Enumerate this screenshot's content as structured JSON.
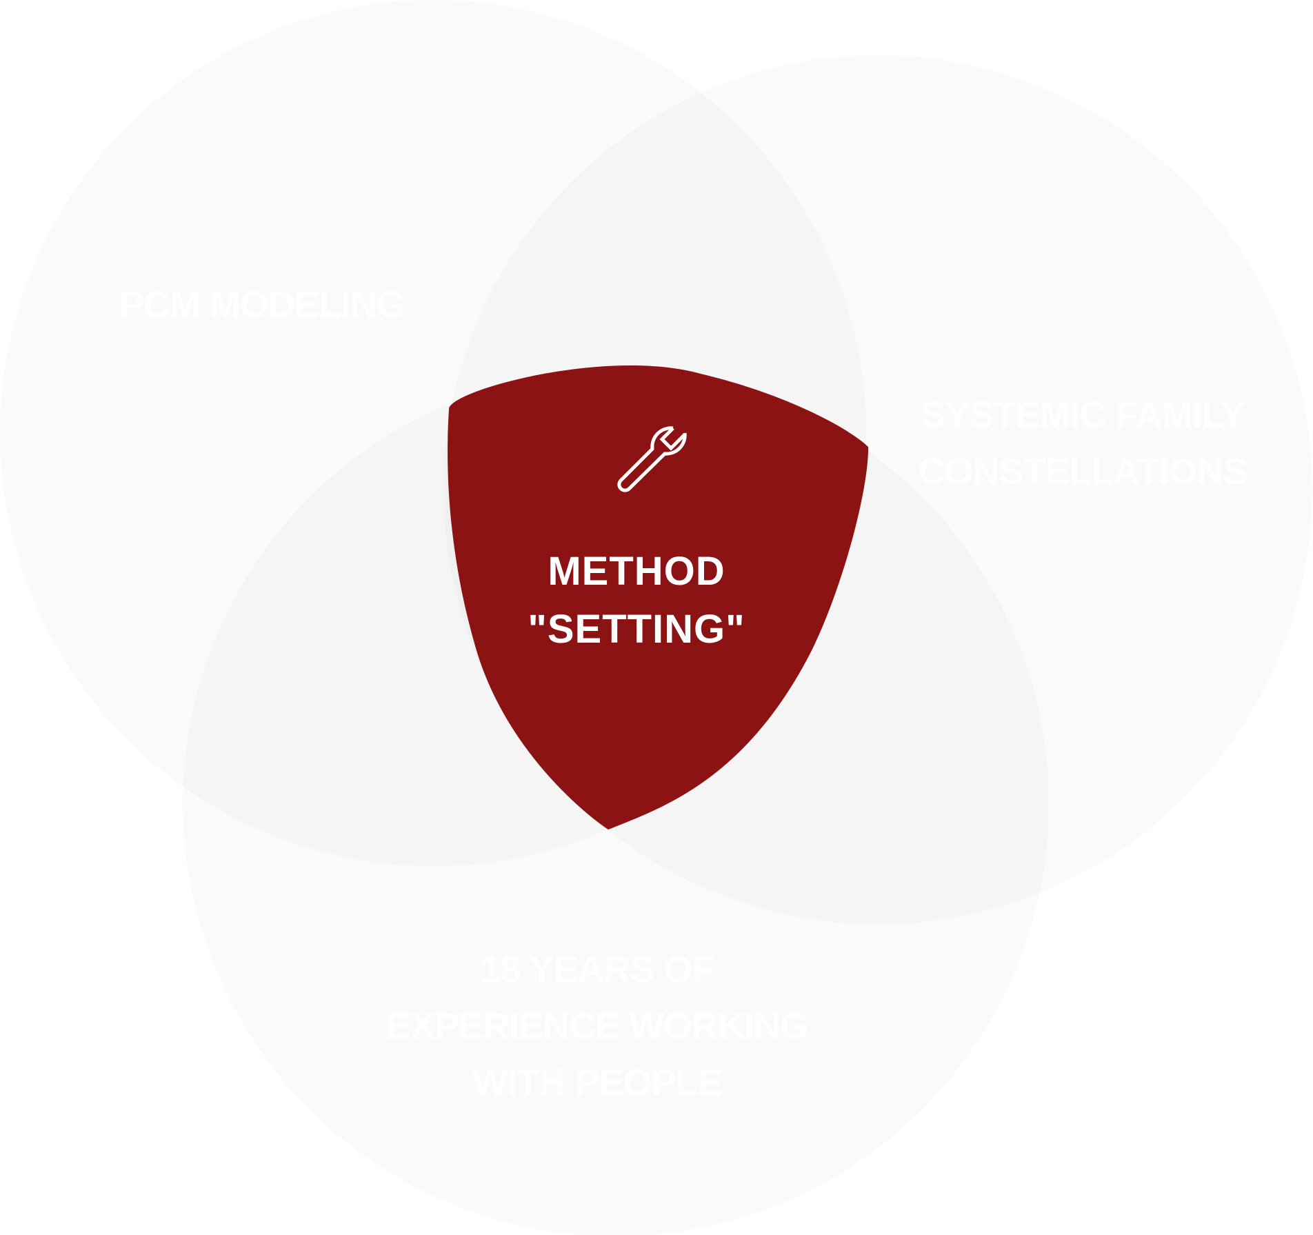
{
  "diagram": {
    "circles": [
      {
        "id": "pcm",
        "lines": [
          "PCM MODELING"
        ]
      },
      {
        "id": "constellations",
        "lines": [
          "SYSTEMIC FAMILY",
          "CONSTELLATIONS"
        ]
      },
      {
        "id": "experience",
        "lines": [
          "18 YEARS OF",
          "EXPERIENCE WORKING",
          "WITH PEOPLE"
        ]
      }
    ],
    "center": {
      "icon": "wrench-icon",
      "lines": [
        "METHOD",
        "\"SETTING\""
      ],
      "color": "#8b1313"
    }
  }
}
